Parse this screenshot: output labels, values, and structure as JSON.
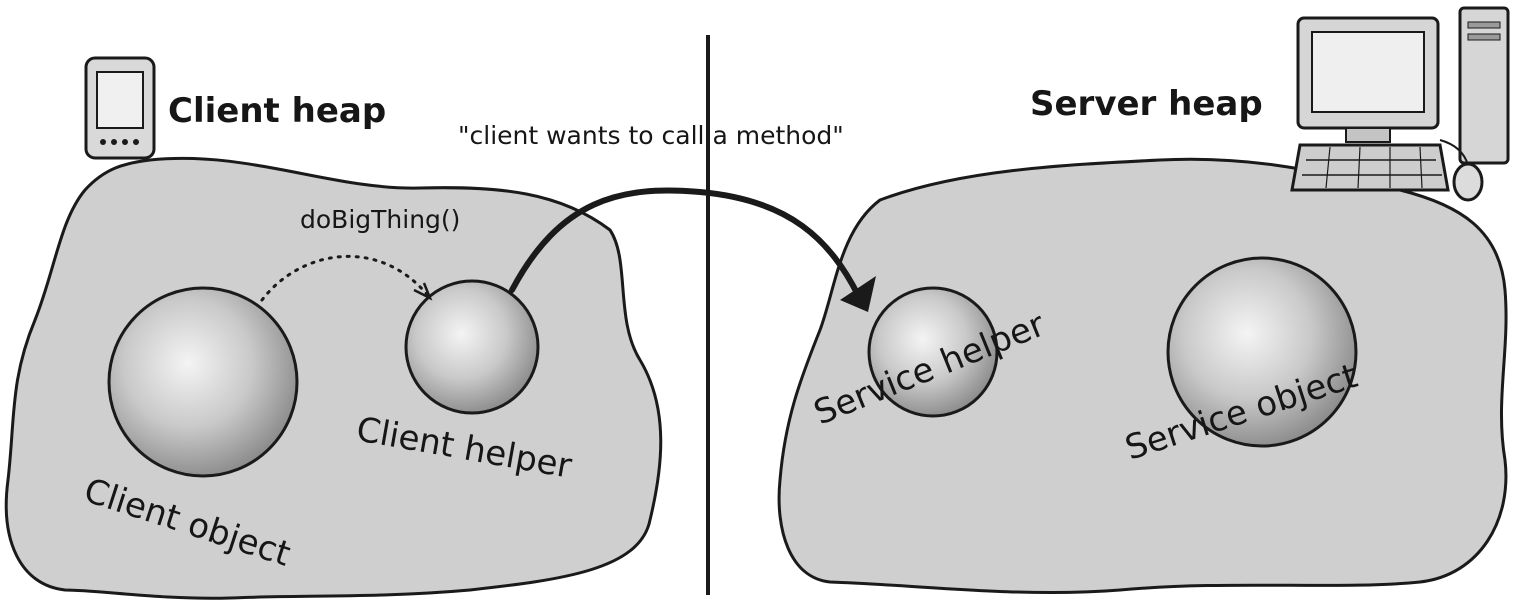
{
  "client_heap": {
    "title": "Client heap",
    "device": "handheld-device-icon",
    "method_call": "doBigThing()",
    "client_helper": "Client helper",
    "client_object": "Client object"
  },
  "server_heap": {
    "title": "Server heap",
    "device": "desktop-computer-icon",
    "service_helper": "Service helper",
    "service_object": "Service object"
  },
  "call_note": "\"client wants to call a method\"",
  "colors": {
    "heap_fill": "#cfcfcf",
    "outline": "#1a1a1a",
    "sphere_light": "#f2f2f2",
    "sphere_dark": "#8a8a8a"
  }
}
